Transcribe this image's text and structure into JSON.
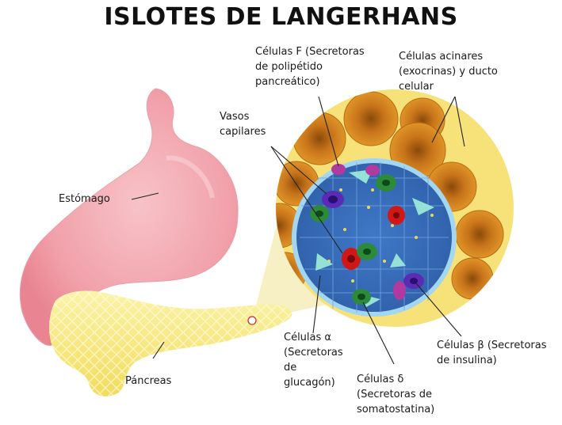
{
  "title": "ISLOTES DE LANGERHANS",
  "labels": {
    "f_cells": "Células F (Secretoras\nde polipétido\npancreático)",
    "acinar": "Células acinares\n(exocrinas) y ducto\ncelular",
    "capillaries": "Vasos\ncapilares",
    "stomach": "Estómago",
    "pancreas": "Páncreas",
    "alpha": "Células α\n(Secretoras\nde\nglucagón)",
    "delta": "Células δ\n(Secretoras de\nsomatostatina)",
    "beta": "Células β (Secretoras\nde insulina)"
  },
  "colors": {
    "stomach": "#f4a3ad",
    "pancreas": "#f8ec8a",
    "islet_ring": "#f6e27a",
    "islet_cells": "#4f8fd6",
    "acinar": "#d9891a",
    "alpha_cell": "#2c8a3a",
    "beta_cell": "#d01818",
    "delta_cell": "#5a2bb5",
    "f_cell": "#b03aa0",
    "capillary": "#9be8d8"
  }
}
